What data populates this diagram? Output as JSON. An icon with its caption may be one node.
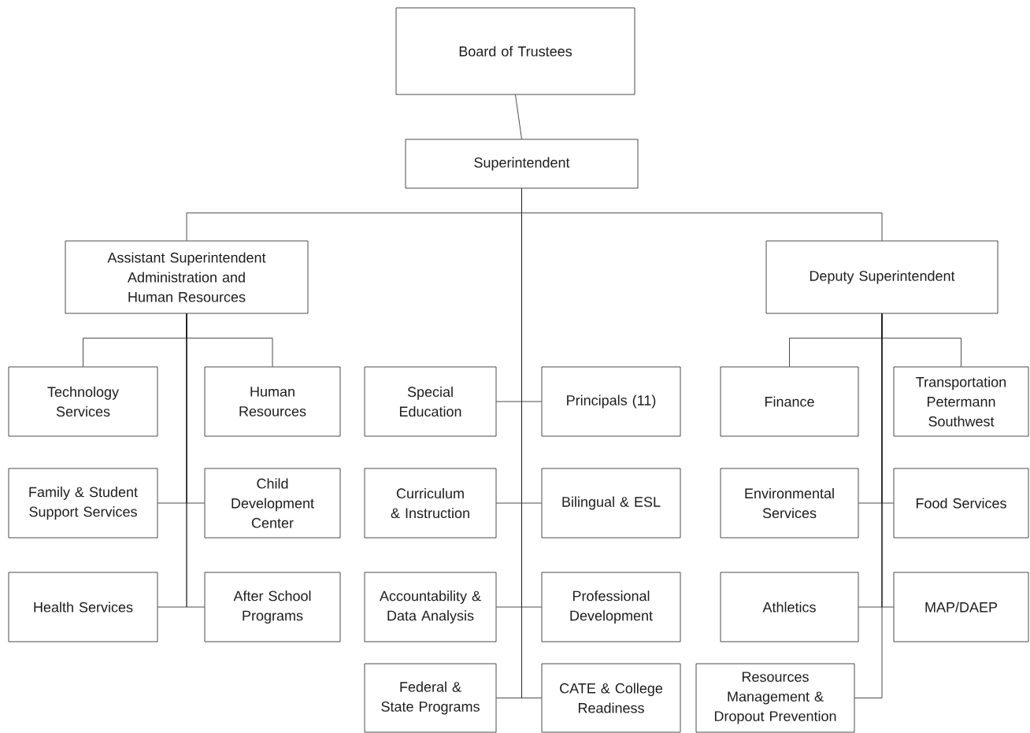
{
  "diagram": {
    "nodes": [
      {
        "text": [
          "Board of Trustees"
        ]
      },
      {
        "text": [
          "Superintendent"
        ]
      },
      {
        "text": [
          "Assistant Superintendent Administration and Human Resources"
        ]
      },
      {
        "text": [
          "Deputy Superintendent"
        ]
      },
      {
        "text": [
          "Technology Services"
        ]
      },
      {
        "text": [
          "Human Resources"
        ]
      },
      {
        "text": [
          "Family & Student Support Services"
        ]
      },
      {
        "text": [
          "Child Development Center"
        ]
      },
      {
        "text": [
          "Health Services"
        ]
      },
      {
        "text": [
          "After School Programs"
        ]
      },
      {
        "text": [
          "Special Education"
        ]
      },
      {
        "text": [
          "Principals (11)"
        ]
      },
      {
        "text": [
          "Curriculum & Instruction"
        ]
      },
      {
        "text": [
          "Bilingual & ESL"
        ]
      },
      {
        "text": [
          "Accountability & Data Analysis"
        ]
      },
      {
        "text": [
          "Professional Development"
        ]
      },
      {
        "text": [
          "Federal & State Programs"
        ]
      },
      {
        "text": [
          "CATE & College Readiness"
        ]
      },
      {
        "text": [
          "Finance"
        ]
      },
      {
        "text": [
          "Transportation Petermann Southwest"
        ]
      },
      {
        "text": [
          "Environmental Services"
        ]
      },
      {
        "text": [
          "Food Services"
        ]
      },
      {
        "text": [
          "Athletics"
        ]
      },
      {
        "text": [
          "MAP/DAEP"
        ]
      },
      {
        "text": [
          "Resources Management & Dropout Prevention"
        ]
      }
    ],
    "edges": [
      {
        "from": 0,
        "to": 1,
        "arrow": "none"
      },
      {
        "from": 1,
        "to": 2,
        "arrow": "none"
      },
      {
        "from": 1,
        "to": 3,
        "arrow": "none"
      },
      {
        "from": 2,
        "to": 4,
        "arrow": "none"
      },
      {
        "from": 2,
        "to": 5,
        "arrow": "none"
      },
      {
        "from": 2,
        "to": 6,
        "arrow": "none"
      },
      {
        "from": 2,
        "to": 7,
        "arrow": "none"
      },
      {
        "from": 2,
        "to": 8,
        "arrow": "none"
      },
      {
        "from": 2,
        "to": 9,
        "arrow": "none"
      },
      {
        "from": 1,
        "to": 10,
        "arrow": "none"
      },
      {
        "from": 1,
        "to": 11,
        "arrow": "none"
      },
      {
        "from": 1,
        "to": 12,
        "arrow": "none"
      },
      {
        "from": 1,
        "to": 13,
        "arrow": "none"
      },
      {
        "from": 1,
        "to": 14,
        "arrow": "none"
      },
      {
        "from": 1,
        "to": 15,
        "arrow": "none"
      },
      {
        "from": 1,
        "to": 16,
        "arrow": "none"
      },
      {
        "from": 1,
        "to": 17,
        "arrow": "none"
      },
      {
        "from": 3,
        "to": 18,
        "arrow": "none"
      },
      {
        "from": 3,
        "to": 19,
        "arrow": "none"
      },
      {
        "from": 3,
        "to": 20,
        "arrow": "none"
      },
      {
        "from": 3,
        "to": 21,
        "arrow": "none"
      },
      {
        "from": 3,
        "to": 22,
        "arrow": "none"
      },
      {
        "from": 3,
        "to": 23,
        "arrow": "none"
      },
      {
        "from": 3,
        "to": 24,
        "arrow": "none"
      }
    ]
  }
}
